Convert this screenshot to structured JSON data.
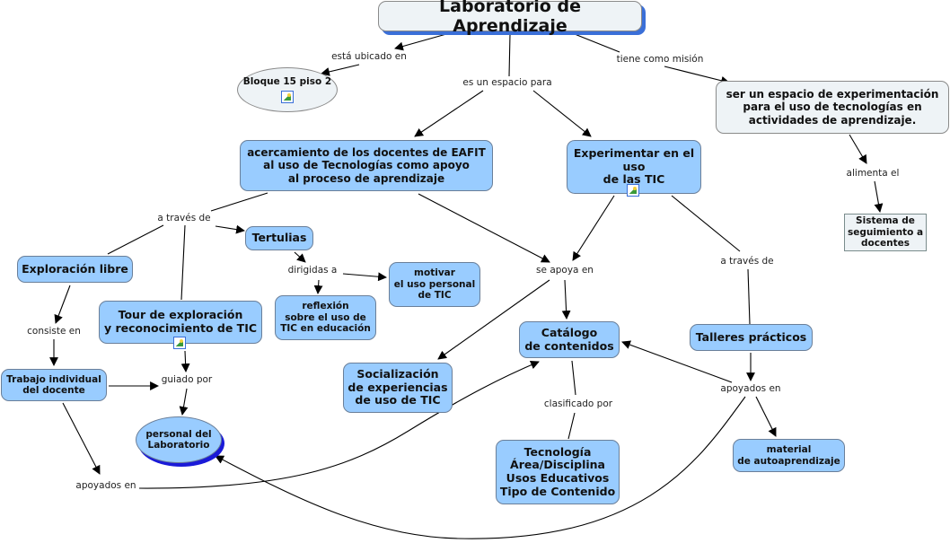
{
  "nodes": {
    "laboratorio": "Laboratorio de Aprendizaje",
    "bloque": "Bloque 15 piso 2",
    "mision": "ser un espacio de experimentación\npara el uso de tecnologías en\nactividades de aprendizaje.",
    "acercamiento": "acercamiento de los docentes de EAFIT\nal uso de Tecnologías como apoyo\nal proceso de aprendizaje",
    "experimentar": "Experimentar en el\nuso\nde las TIC",
    "sistema": "Sistema de\nseguimiento a\ndocentes",
    "tertulias": "Tertulias",
    "exploracion": "Exploración libre",
    "motivar": "motivar\nel uso personal\nde TIC",
    "reflexion": "reflexión\nsobre el uso de\nTIC en educación",
    "tour": "Tour de exploración\ny reconocimiento de TIC",
    "catalogo": "Catálogo\nde contenidos",
    "talleres": "Talleres prácticos",
    "trabajo": "Trabajo individual\ndel docente",
    "socializacion": "Socialización\nde experiencias\nde uso de TIC",
    "personal": "personal del\nLaboratorio",
    "clasificacion": "Tecnología\nÁrea/Disciplina\nUsos Educativos\nTipo de Contenido",
    "material": "material\nde autoaprendizaje"
  },
  "links": {
    "esta_ubicado": "está ubicado en",
    "es_espacio": "es un espacio para",
    "tiene_mision": "tiene como misión",
    "alimenta": "alimenta el",
    "a_traves_1": "a través de",
    "dirigidas": "dirigidas a",
    "se_apoya": "se  apoya en",
    "a_traves_2": "a través de",
    "consiste": "consiste en",
    "guiado": "guiado por",
    "clasificado": "clasificado por",
    "apoyados_1": "apoyados en",
    "apoyados_2": "apoyados en"
  },
  "icons": [
    "image-resource-icon"
  ]
}
